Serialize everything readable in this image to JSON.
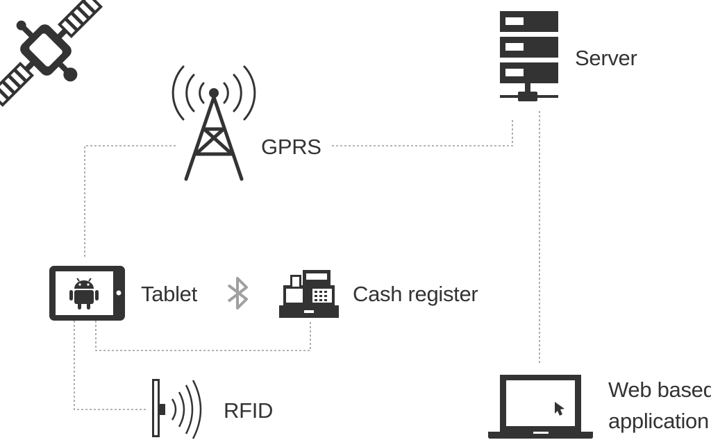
{
  "labels": {
    "gprs": "GPRS",
    "server": "Server",
    "tablet": "Tablet",
    "cash_register": "Cash register",
    "rfid": "RFID",
    "web_app_line1": "Web based",
    "web_app_line2": "application"
  },
  "colors": {
    "icon": "#333333",
    "connector": "#9a9a9a",
    "bluetooth": "#a0a0a0",
    "background": "#ffffff"
  },
  "icons": [
    "satellite-icon",
    "cell-tower-icon",
    "server-icon",
    "tablet-icon",
    "android-icon",
    "bluetooth-icon",
    "cash-register-icon",
    "rfid-icon",
    "laptop-icon",
    "cursor-icon"
  ]
}
